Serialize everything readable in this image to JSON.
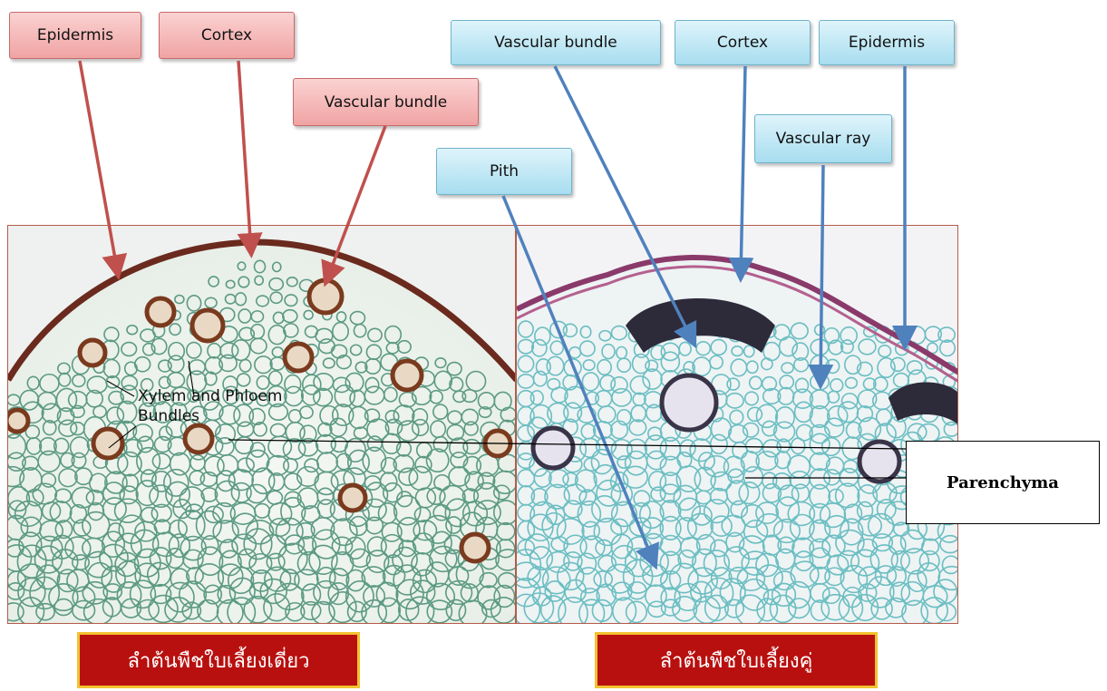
{
  "monocot": {
    "labels": {
      "epidermis": "Epidermis",
      "cortex": "Cortex",
      "vascular_bundle": "Vascular bundle"
    },
    "inline_label_line1": "Xylem and Phloem",
    "inline_label_line2": "Bundles",
    "caption": "ลำต้นพืชใบเลี้ยงเดี่ยว"
  },
  "dicot": {
    "labels": {
      "vascular_bundle": "Vascular bundle",
      "cortex": "Cortex",
      "epidermis": "Epidermis",
      "vascular_ray": "Vascular ray",
      "pith": "Pith"
    },
    "caption": "ลำต้นพืชใบเลี้ยงคู่"
  },
  "parenchyma_label": "Parenchyma",
  "colors": {
    "monocot_label_fill": "#f0a3a3",
    "dicot_label_fill": "#a7ddef",
    "caption_fill": "#b8100f",
    "caption_border": "#f2c230",
    "monocot_arrow": "#c0504d",
    "dicot_arrow": "#4f81bd"
  }
}
